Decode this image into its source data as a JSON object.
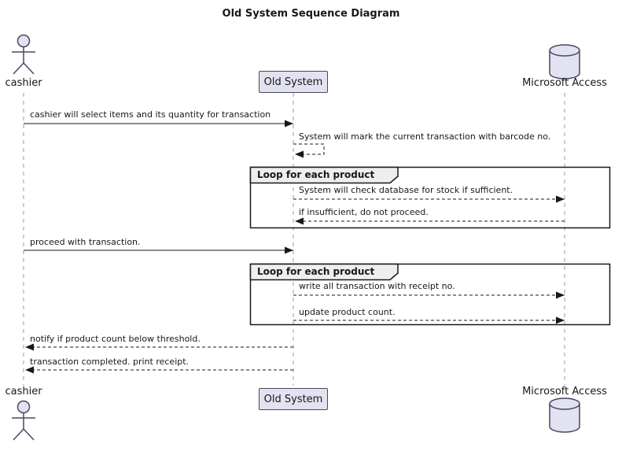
{
  "diagram": {
    "title": "Old System Sequence Diagram",
    "participants": {
      "cashier": {
        "label": "cashier",
        "type": "actor"
      },
      "old_system": {
        "label": "Old System",
        "type": "participant"
      },
      "ms_access": {
        "label": "Microsoft Access",
        "type": "database"
      }
    },
    "messages": [
      {
        "text": "cashier will select items and its quantity for transaction",
        "from": "cashier",
        "to": "old_system",
        "style": "solid"
      },
      {
        "text": "System will mark the current transaction with barcode no.",
        "from": "old_system",
        "to": "old_system",
        "style": "dashed"
      },
      {
        "text": "System will check database for stock if sufficient.",
        "from": "old_system",
        "to": "ms_access",
        "style": "dashed"
      },
      {
        "text": "if insufficient, do not proceed.",
        "from": "ms_access",
        "to": "old_system",
        "style": "dashed"
      },
      {
        "text": "proceed with transaction.",
        "from": "cashier",
        "to": "old_system",
        "style": "solid"
      },
      {
        "text": "write all transaction with receipt no.",
        "from": "old_system",
        "to": "ms_access",
        "style": "dashed"
      },
      {
        "text": "update product count.",
        "from": "old_system",
        "to": "ms_access",
        "style": "dashed"
      },
      {
        "text": "notify if product count below threshold.",
        "from": "old_system",
        "to": "cashier",
        "style": "dashed"
      },
      {
        "text": "transaction completed. print receipt.",
        "from": "old_system",
        "to": "cashier",
        "style": "dashed"
      }
    ],
    "fragments": [
      {
        "label": "Loop for each product"
      },
      {
        "label": "Loop for each product"
      }
    ],
    "colors": {
      "line": "#181818",
      "lifeline": "#999999",
      "participant_fill": "#E2E2F0",
      "participant_border": "#484860",
      "fragment_header_fill": "#EEEEEE"
    }
  }
}
